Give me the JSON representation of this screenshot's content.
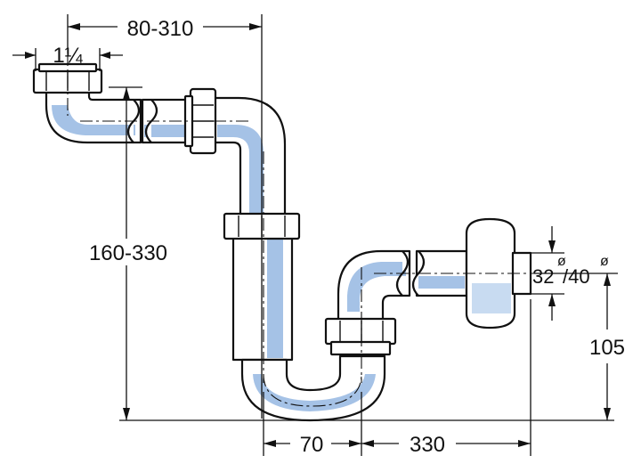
{
  "dimensions": {
    "top_width": "80-310",
    "inlet_size": "1¼",
    "height_range": "160-330",
    "outlet_diameter_a": "32",
    "outlet_diameter_b": "/40",
    "diameter_symbol": "ø",
    "outlet_height": "105",
    "trap_spacing": "70",
    "outlet_length": "330"
  },
  "colors": {
    "line": "#111111",
    "shade": "#5b8fd1",
    "background": "#ffffff"
  }
}
